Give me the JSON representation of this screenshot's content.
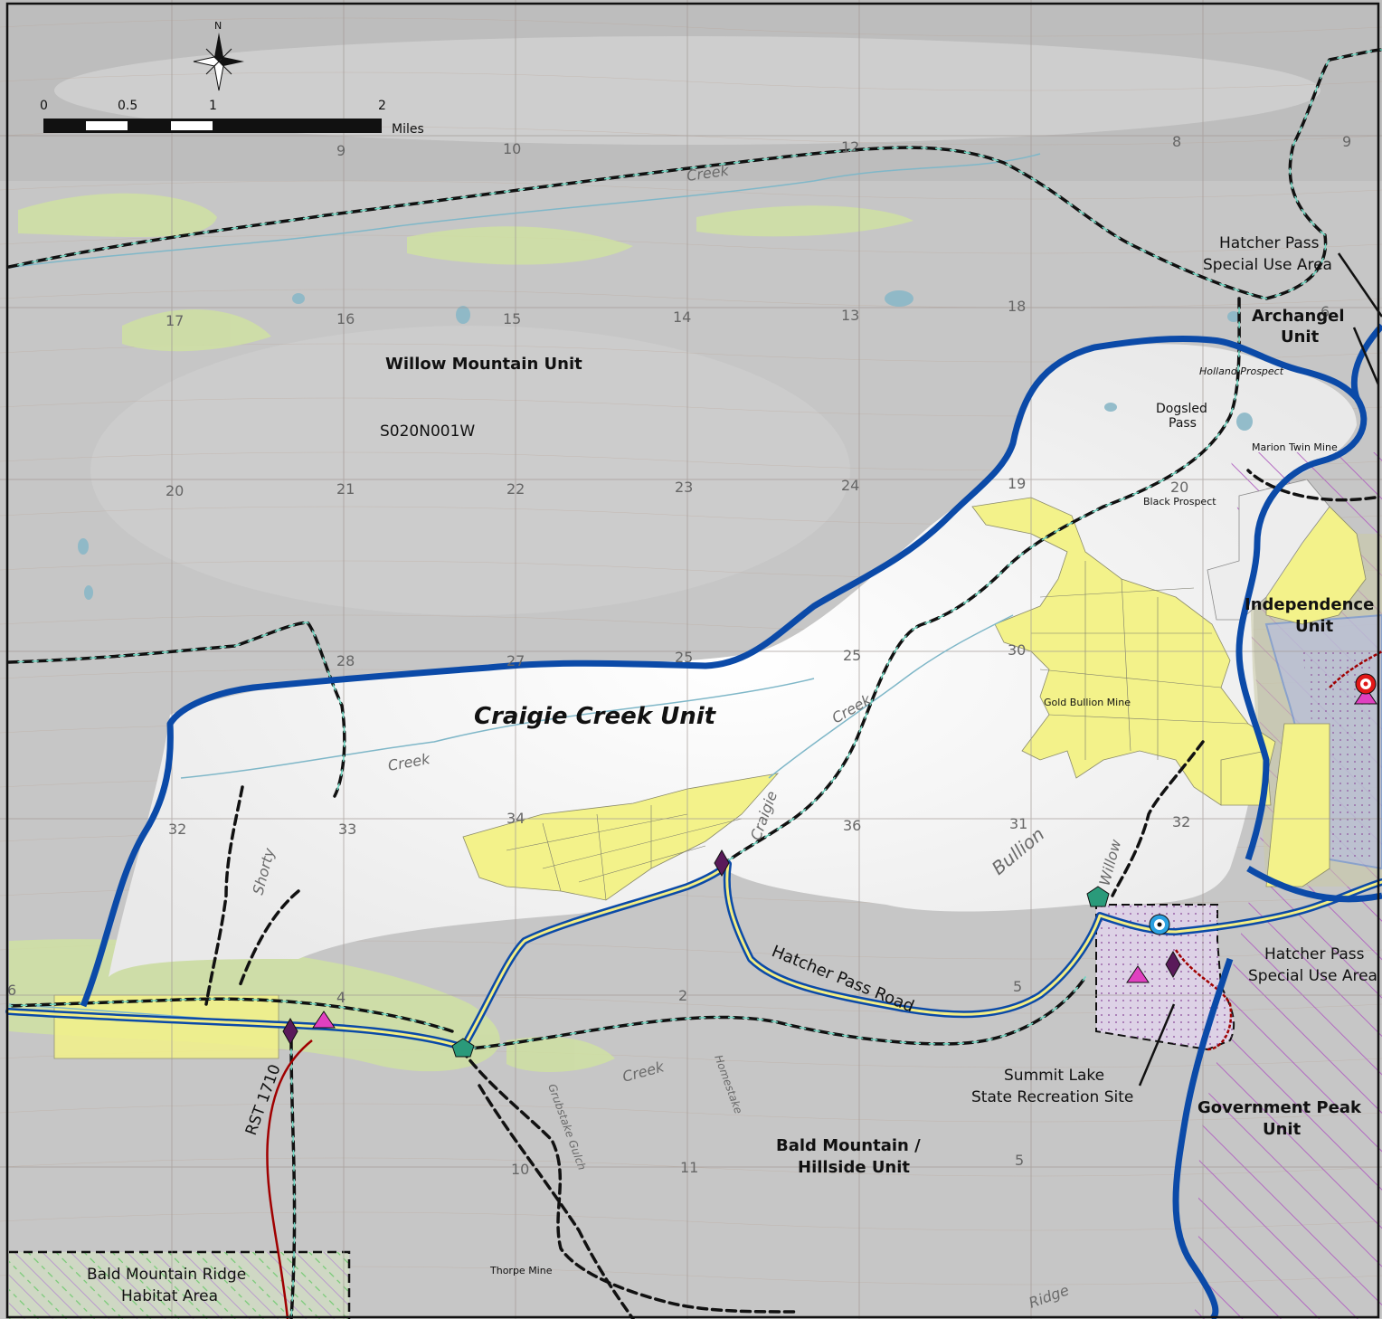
{
  "north_arrow": {
    "label": "N"
  },
  "scale_bar": {
    "ticks": [
      "0",
      "0.5",
      "1",
      "2"
    ],
    "unit": "Miles"
  },
  "units": {
    "willow_mountain": "Willow Mountain Unit",
    "craigie_creek": "Craigie Creek Unit",
    "archangel_line1": "Archangel",
    "archangel_line2": "Unit",
    "independence_line1": "Independence",
    "independence_line2": "Unit",
    "government_peak_line1": "Government Peak",
    "government_peak_line2": "Unit",
    "bald_mountain_line1": "Bald Mountain /",
    "bald_mountain_line2": "Hillside Unit"
  },
  "areas": {
    "hatcher_pass_top_line1": "Hatcher Pass",
    "hatcher_pass_top_line2": "Special Use Area",
    "hatcher_pass_right_line1": "Hatcher Pass",
    "hatcher_pass_right_line2": "Special Use Area",
    "summit_lake_line1": "Summit Lake",
    "summit_lake_line2": "State Recreation Site",
    "bald_mountain_ridge_line1": "Bald Mountain Ridge",
    "bald_mountain_ridge_line2": "Habitat Area"
  },
  "township": "S020N001W",
  "roads": {
    "hatcher_pass_road": "Hatcher Pass Road",
    "rst": "RST 1710"
  },
  "features": {
    "holland_prospect": "Holland Prospect",
    "dogsled_pass_line1": "Dogsled",
    "dogsled_pass_line2": "Pass",
    "marion_twin_mine": "Marion Twin Mine",
    "black_prospect": "Black Prospect",
    "gold_bullion_mine": "Gold Bullion Mine",
    "thorpe_mine": "Thorpe Mine"
  },
  "streams": [
    "Creek",
    "Creek",
    "Craigie",
    "Creek",
    "Creek",
    "Bullion",
    "Willow",
    "Shorty",
    "Homestake",
    "Grubstake Gulch",
    "Ridge"
  ],
  "sections": [
    "9",
    "10",
    "12",
    "8",
    "9",
    "17",
    "16",
    "15",
    "14",
    "13",
    "18",
    "6",
    "19",
    "20",
    "21",
    "22",
    "23",
    "24",
    "20",
    "28",
    "27",
    "25",
    "25",
    "30",
    "32",
    "33",
    "34",
    "36",
    "31",
    "32",
    "4",
    "2",
    "5",
    "10",
    "11",
    "5",
    "6"
  ],
  "colors": {
    "unit_boundary": "#0b4aa8",
    "trail_dash": "#6fd6c2",
    "claims": "#f3f28a",
    "vegetation": "#cfe0a2",
    "terrain_low": "#c9c9c9",
    "terrain_high": "#ffffff",
    "road": "#f4ee84",
    "route": "#a00000",
    "special_use_hatch": "#b060c0"
  },
  "icons": [
    "compass-rose-icon",
    "diamond-marker-icon",
    "triangle-marker-icon",
    "pentagon-marker-icon",
    "target-marker-icon"
  ]
}
